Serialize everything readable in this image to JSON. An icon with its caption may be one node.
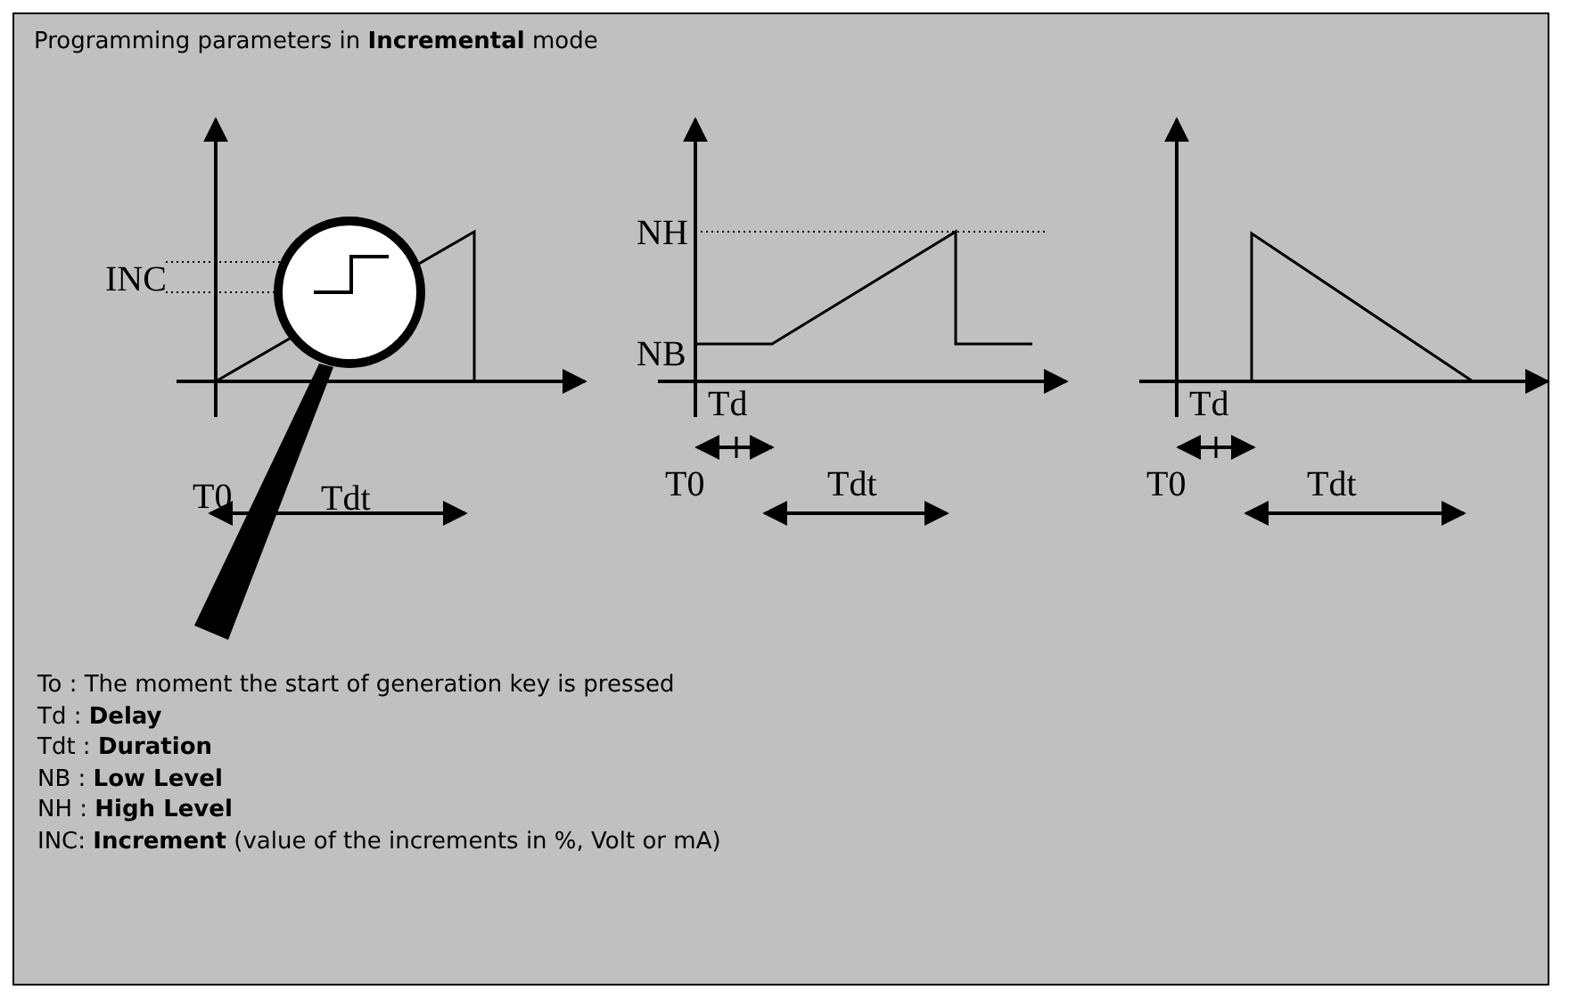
{
  "diagram": {
    "title": "Programming parameters in **Incremental** mode",
    "labels": [
      "INC",
      "T0",
      "Tdt",
      "NH",
      "NB",
      "Td",
      "T0",
      "Tdt",
      "Td",
      "T0",
      "Tdt",
      "To : The moment the start of generation key is pressed",
      "Td : **Delay**",
      "Tdt : **Duration**",
      "NB : **Low Level**",
      "NH : **High Level**",
      "INC: **Increment** (value of the increments in %, Volt or mA)"
    ]
  }
}
